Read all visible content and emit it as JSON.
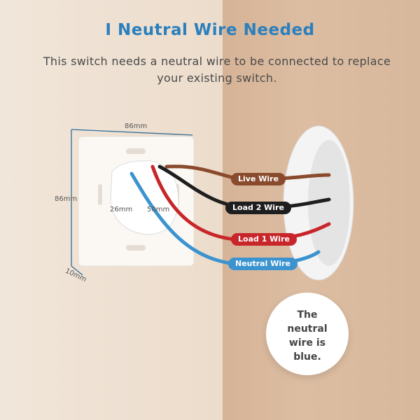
{
  "header": {
    "title": "I  Neutral Wire Needed",
    "subtitle": "This switch needs a neutral wire to be connected to replace your existing switch."
  },
  "dimensions": {
    "width": "86mm",
    "height": "86mm",
    "depth": "10mm",
    "inner_depth": "26mm",
    "inner_diameter": "50mm"
  },
  "wires": [
    {
      "label": "Live Wire",
      "color": "#8a4a2c"
    },
    {
      "label": "Load 2 Wire",
      "color": "#1e1e1e"
    },
    {
      "label": "Load 1 Wire",
      "color": "#c8262a"
    },
    {
      "label": "Neutral Wire",
      "color": "#3b93cf"
    }
  ],
  "callout": {
    "text": "The neutral wire is blue."
  }
}
